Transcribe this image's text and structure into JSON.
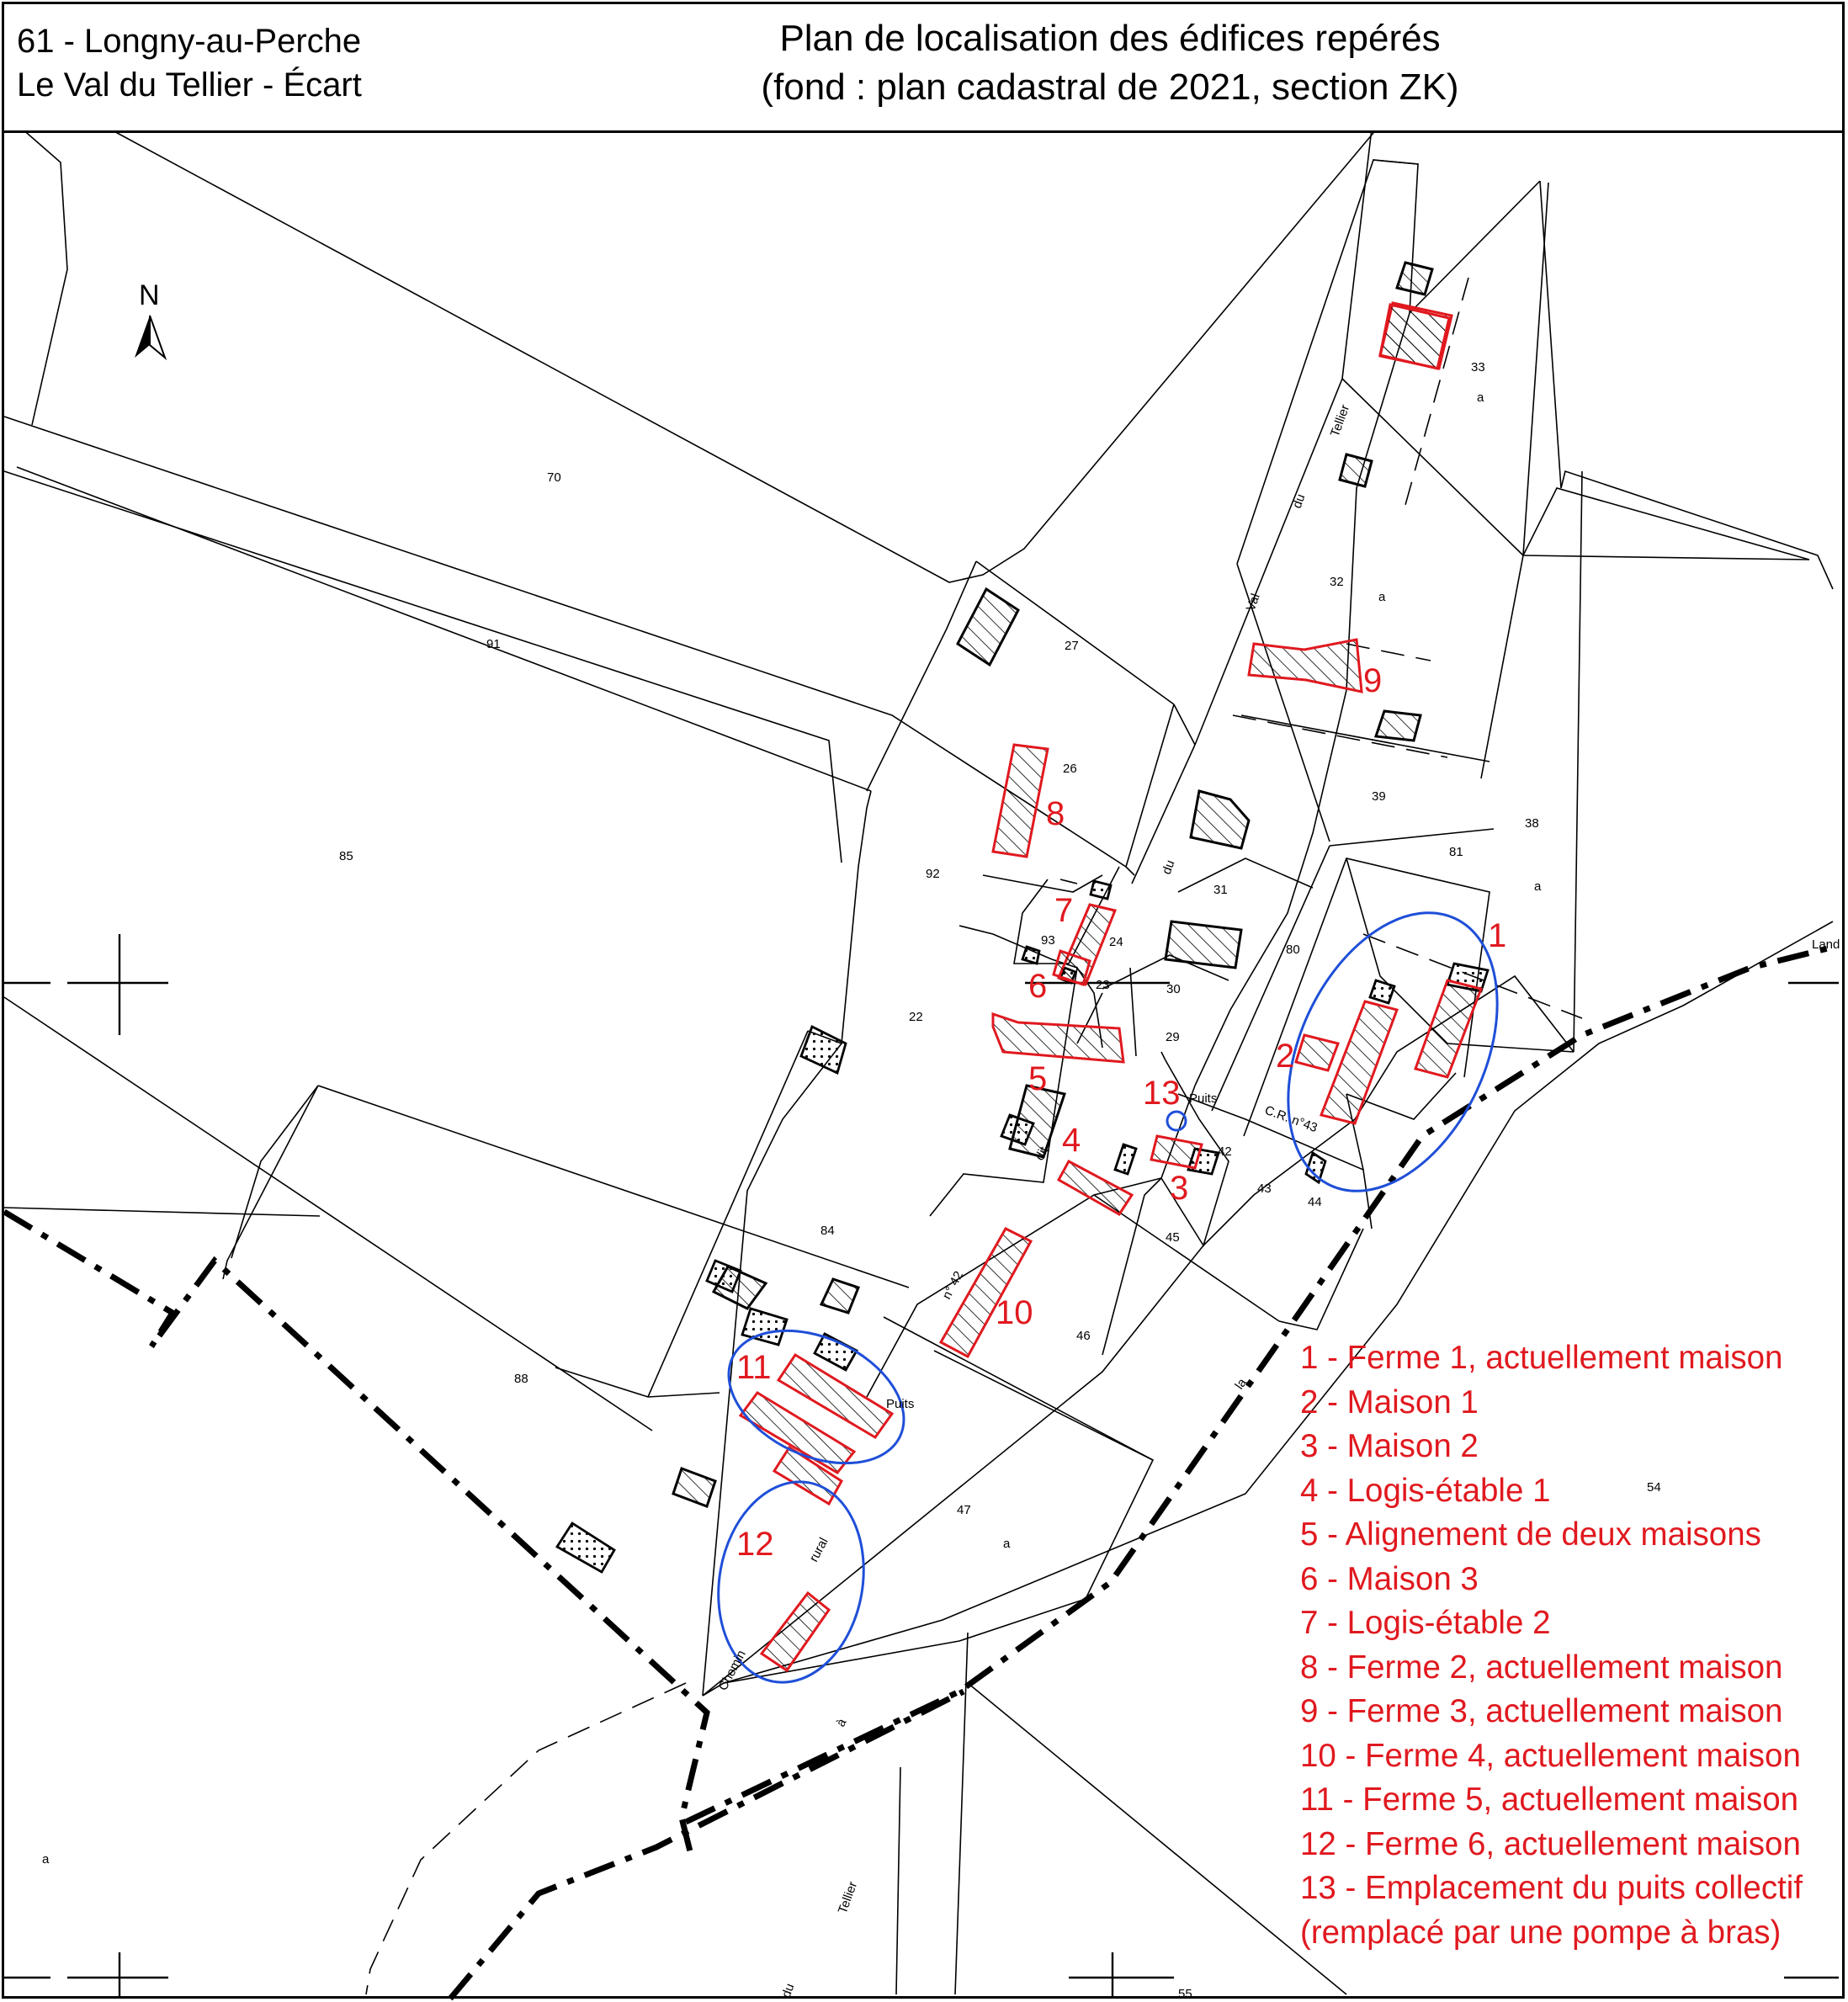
{
  "header": {
    "location_line1": "61 - Longny-au-Perche",
    "location_line2": "Le Val du Tellier - Écart",
    "title_line1": "Plan de localisation des édifices repérés",
    "title_line2": "(fond : plan cadastral de 2021, section ZK)"
  },
  "north_label": "N",
  "parcels": {
    "p70": "70",
    "p91": "91",
    "p85": "85",
    "p88": "88",
    "p84": "84",
    "p22": "22",
    "p92": "92",
    "p93": "93",
    "p24": "24",
    "p23": "23",
    "p30": "30",
    "p29": "29",
    "p27": "27",
    "p26": "26",
    "p31": "31",
    "p80": "80",
    "p81": "81",
    "p39": "39",
    "p38": "38",
    "p32": "32",
    "p33": "33",
    "p42": "42",
    "p43": "43",
    "p44": "44",
    "p45": "45",
    "p46": "46",
    "p47": "47",
    "p54": "54",
    "p55": "55",
    "a1": "a",
    "a2": "a",
    "a3": "a",
    "a4": "a",
    "a5": "a"
  },
  "road_words": {
    "tellier_top": "Tellier",
    "du_top": "du",
    "val_top": "Val",
    "du_mid": "du",
    "cr43": "C.R. n°43",
    "dit": "dit",
    "n42": "n° 42",
    "la": "la",
    "chemin": "Chemin",
    "rural": "rural",
    "a_word": "à",
    "tellier_bottom": "Tellier",
    "du_bottom": "du",
    "land": "Land",
    "puits1": "Puits",
    "puits2": "Puits"
  },
  "markers": {
    "m1": "1",
    "m2": "2",
    "m3": "3",
    "m4": "4",
    "m5": "5",
    "m6": "6",
    "m7": "7",
    "m8": "8",
    "m9": "9",
    "m10": "10",
    "m11": "11",
    "m12": "12",
    "m13": "13"
  },
  "legend": [
    "1 - Ferme 1, actuellement maison",
    "2 - Maison 1",
    "3 - Maison 2",
    "4 - Logis-étable 1",
    "5 - Alignement de deux maisons",
    "6 - Maison 3",
    "7 - Logis-étable 2",
    "8 - Ferme 2, actuellement maison",
    "9 - Ferme 3, actuellement maison",
    "10 - Ferme 4, actuellement maison",
    "11 - Ferme 5, actuellement maison",
    "12 - Ferme 6, actuellement maison",
    "13 - Emplacement du puits collectif",
    "(remplacé par une pompe à bras)"
  ],
  "colors": {
    "marker": "#e0191f",
    "circle": "#1f4fd8",
    "line": "#000000"
  }
}
